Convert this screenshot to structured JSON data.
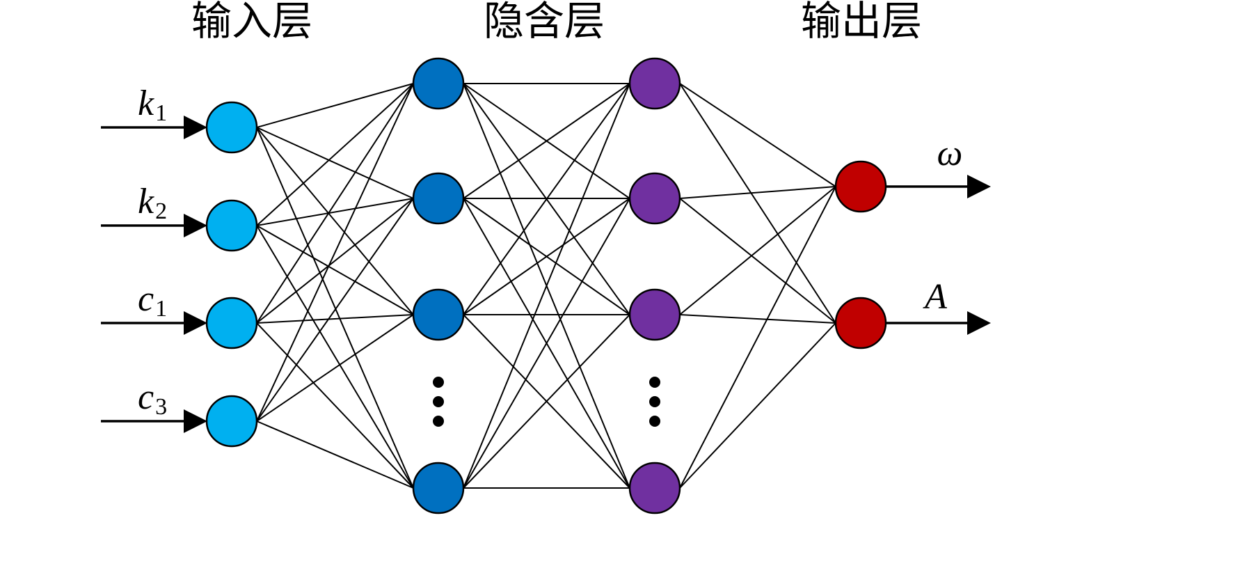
{
  "layers": {
    "input_title": "输入层",
    "hidden_title": "隐含层",
    "output_title": "输出层"
  },
  "inputs": [
    {
      "base": "k",
      "sub": "1"
    },
    {
      "base": "k",
      "sub": "2"
    },
    {
      "base": "c",
      "sub": "1"
    },
    {
      "base": "c",
      "sub": "3"
    }
  ],
  "outputs": [
    {
      "label": "ω"
    },
    {
      "label": "A"
    }
  ],
  "colors": {
    "input_node": "#00b0f0",
    "hidden1_node": "#0070c0",
    "hidden2_node": "#7030a0",
    "output_node": "#c00000"
  },
  "hidden_layer_sizes_shown": [
    4,
    4
  ],
  "ellipsis_icon": "vertical-ellipsis"
}
